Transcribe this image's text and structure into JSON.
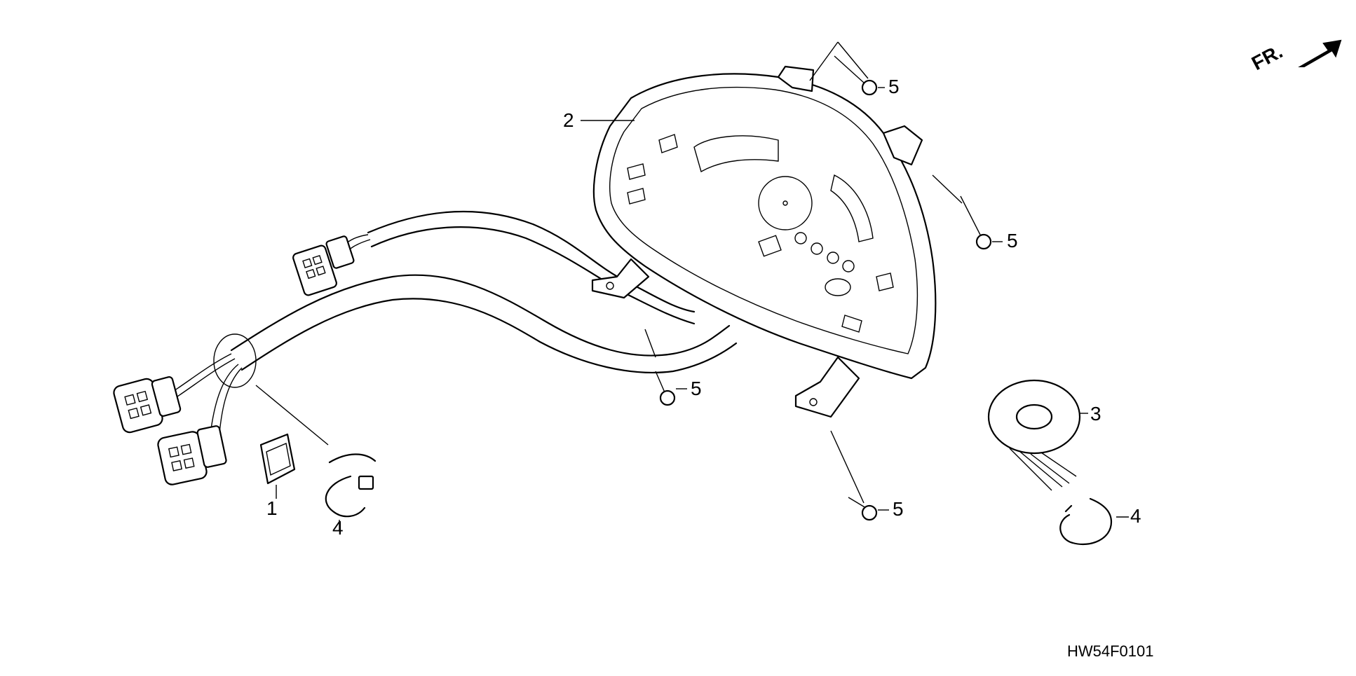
{
  "diagram": {
    "code": "HW54F0101",
    "direction_label": "FR.",
    "callouts": [
      {
        "id": "c1",
        "text": "1"
      },
      {
        "id": "c2",
        "text": "2"
      },
      {
        "id": "c3",
        "text": "3"
      },
      {
        "id": "c4a",
        "text": "4"
      },
      {
        "id": "c4b",
        "text": "4"
      },
      {
        "id": "c5a",
        "text": "5"
      },
      {
        "id": "c5b",
        "text": "5"
      },
      {
        "id": "c5c",
        "text": "5"
      },
      {
        "id": "c5d",
        "text": "5"
      }
    ]
  }
}
